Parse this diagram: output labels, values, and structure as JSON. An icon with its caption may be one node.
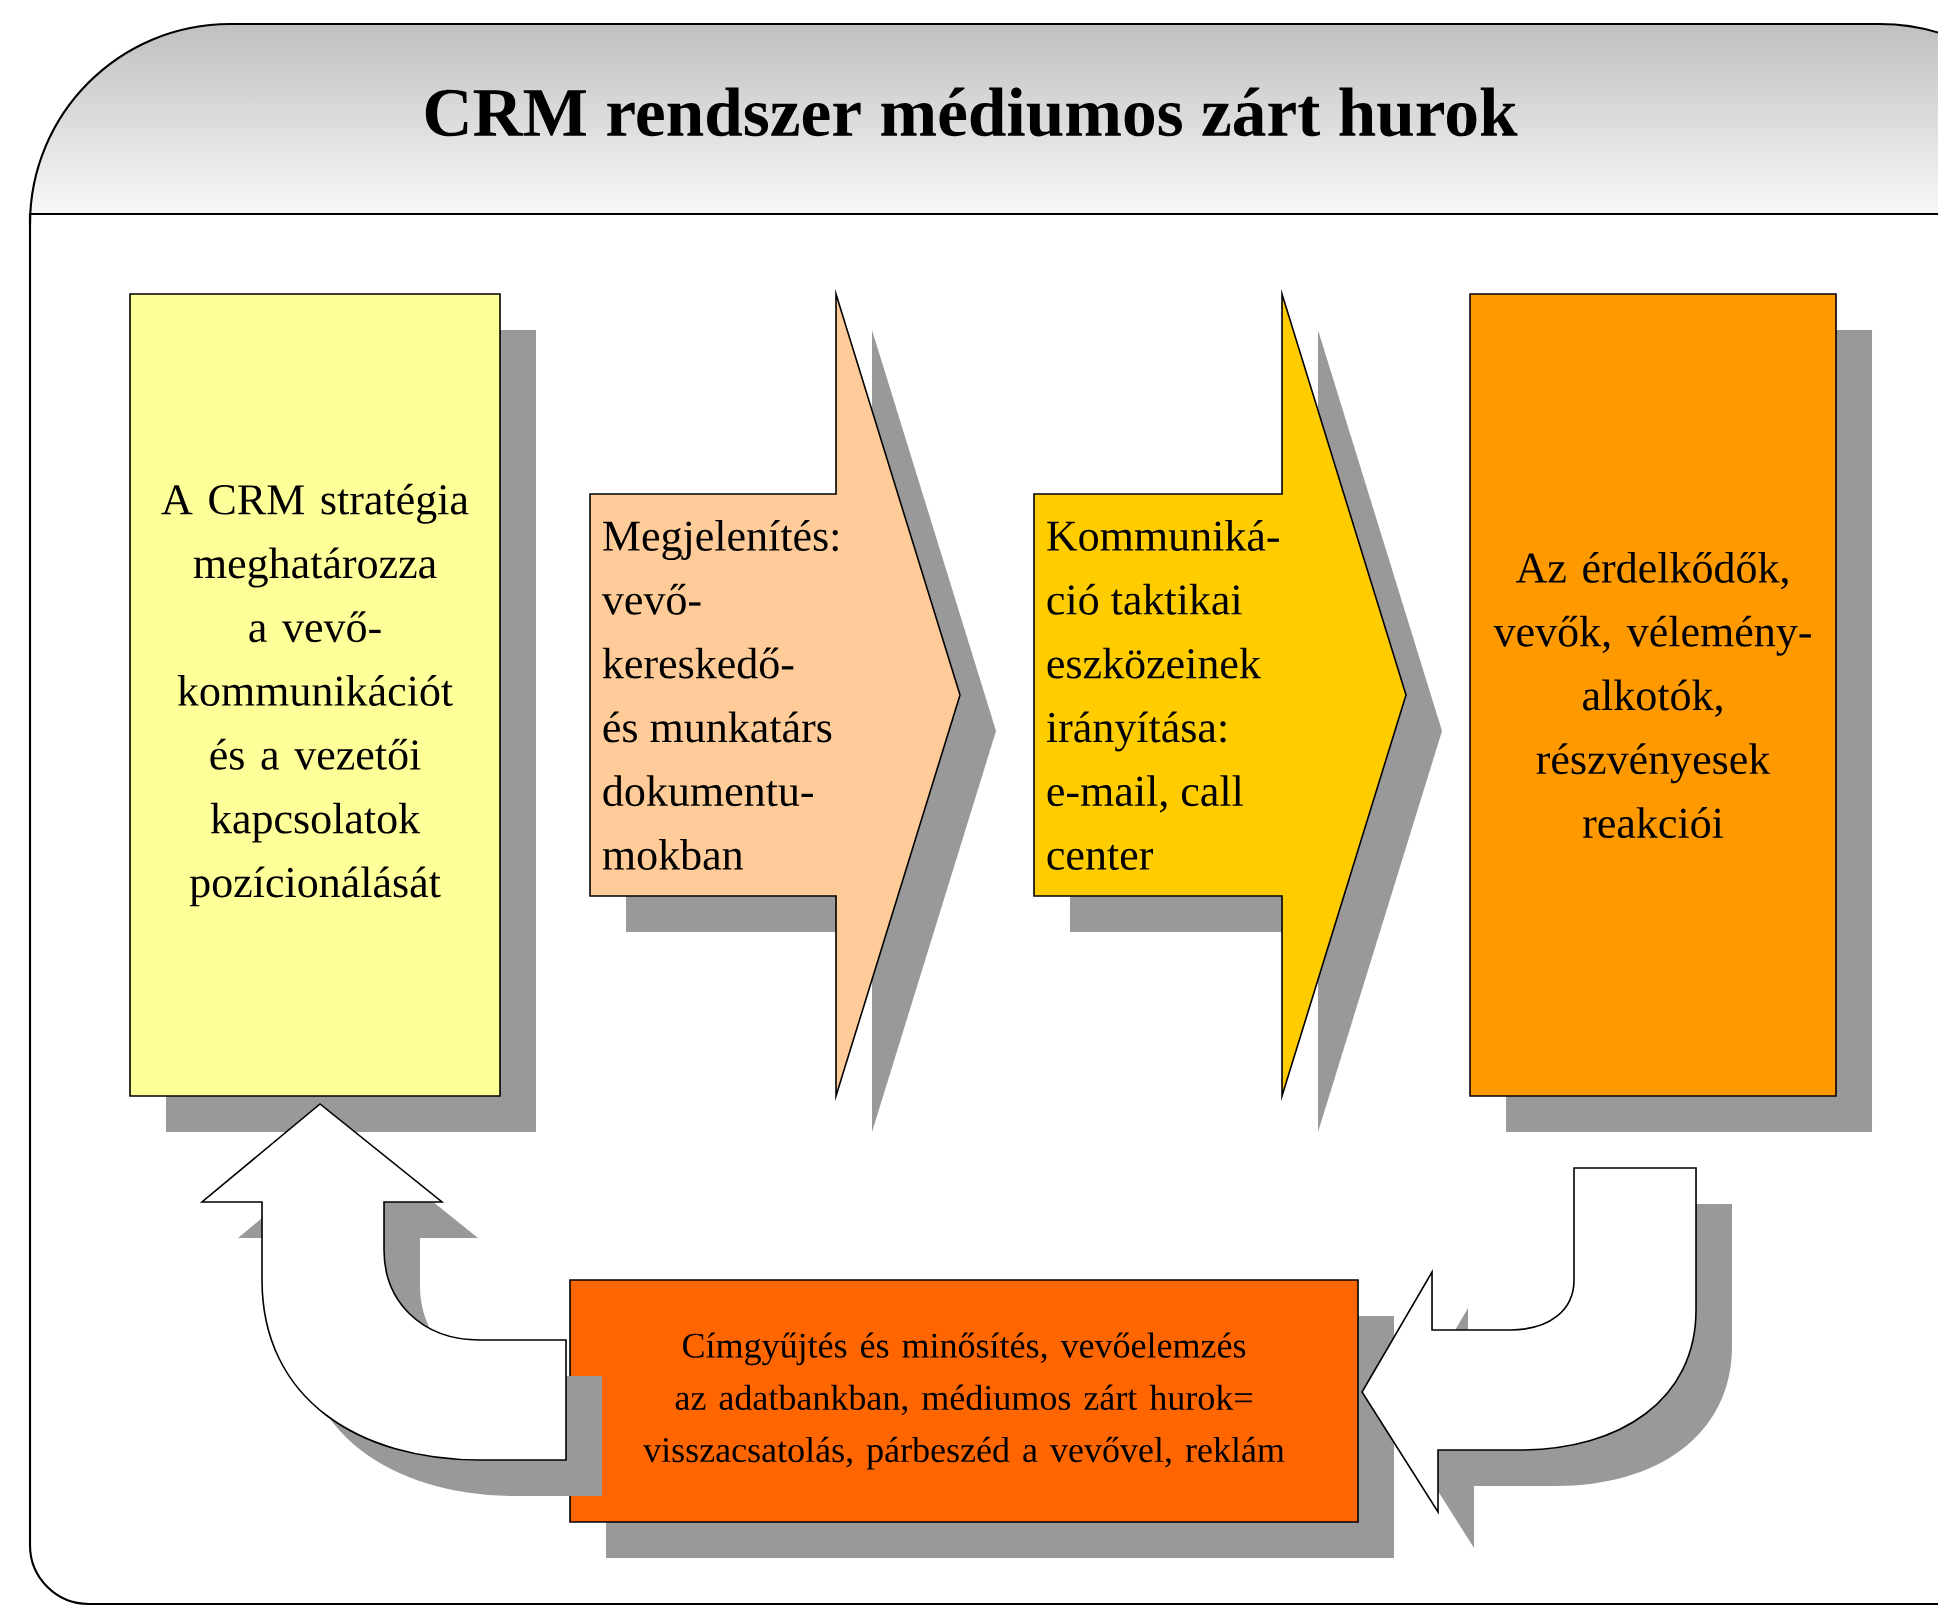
{
  "diagram": {
    "title": "CRM rendszer médiumos zárt hurok",
    "nodes": [
      {
        "text": [
          "A CRM stratégia meghatározza a vevő- kommunikációt és a vezetői kapcsolatok pozícionálását"
        ]
      },
      {
        "text": [
          "Megjelenítés: vevő- kereskedő- és munkatárs dokumentu- mokban"
        ]
      },
      {
        "text": [
          "Kommuniká- ció taktikai eszközeinek irányítása: e-mail, call center"
        ]
      },
      {
        "text": [
          "Az érdelkődők, vevők, vélemény- alkotók, részvényesek reakciói"
        ]
      },
      {
        "text": [
          "Címgyűjtés és minősítés, vevőelemzés az adatbankban, médiumos zárt hurok= visszacsatolás, párbeszéd a vevővel, reklám"
        ]
      }
    ],
    "edges": [
      {
        "from": 3,
        "to": 4,
        "arrow": "to"
      },
      {
        "from": 4,
        "to": 0,
        "arrow": "to"
      }
    ]
  }
}
